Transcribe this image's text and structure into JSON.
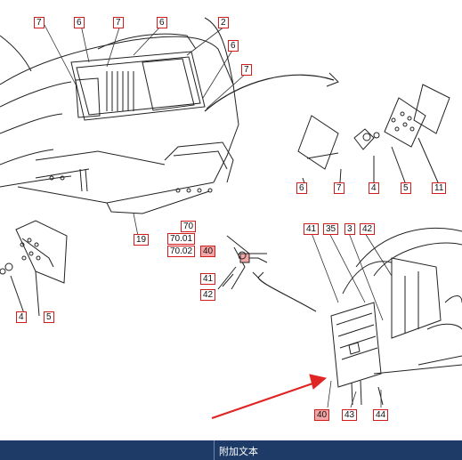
{
  "callouts": [
    {
      "id": "c7a",
      "label": "7"
    },
    {
      "id": "c6a",
      "label": "6"
    },
    {
      "id": "c7b",
      "label": "7"
    },
    {
      "id": "c6b",
      "label": "6"
    },
    {
      "id": "c2",
      "label": "2"
    },
    {
      "id": "c6c",
      "label": "6"
    },
    {
      "id": "c7c",
      "label": "7"
    },
    {
      "id": "c6d",
      "label": "6"
    },
    {
      "id": "c7d",
      "label": "7"
    },
    {
      "id": "c4a",
      "label": "4"
    },
    {
      "id": "c5a",
      "label": "5"
    },
    {
      "id": "c11",
      "label": "11"
    },
    {
      "id": "c19",
      "label": "19"
    },
    {
      "id": "c70",
      "label": "70"
    },
    {
      "id": "c7001",
      "label": "70.01"
    },
    {
      "id": "c7002",
      "label": "70.02"
    },
    {
      "id": "c40a",
      "label": "40"
    },
    {
      "id": "c41a",
      "label": "41"
    },
    {
      "id": "c42a",
      "label": "42"
    },
    {
      "id": "c4b",
      "label": "4"
    },
    {
      "id": "c5b",
      "label": "5"
    },
    {
      "id": "c41b",
      "label": "41"
    },
    {
      "id": "c35",
      "label": "35"
    },
    {
      "id": "c3",
      "label": "3"
    },
    {
      "id": "c42b",
      "label": "42"
    },
    {
      "id": "c40b",
      "label": "40"
    },
    {
      "id": "c43",
      "label": "43"
    },
    {
      "id": "c44",
      "label": "44"
    }
  ],
  "highlight_color": "#f4a6a6",
  "callout_border_color": "#d01c1c",
  "arrow_color": "#e02424",
  "footer": {
    "text": "附加文本",
    "background": "#1d3b66"
  }
}
